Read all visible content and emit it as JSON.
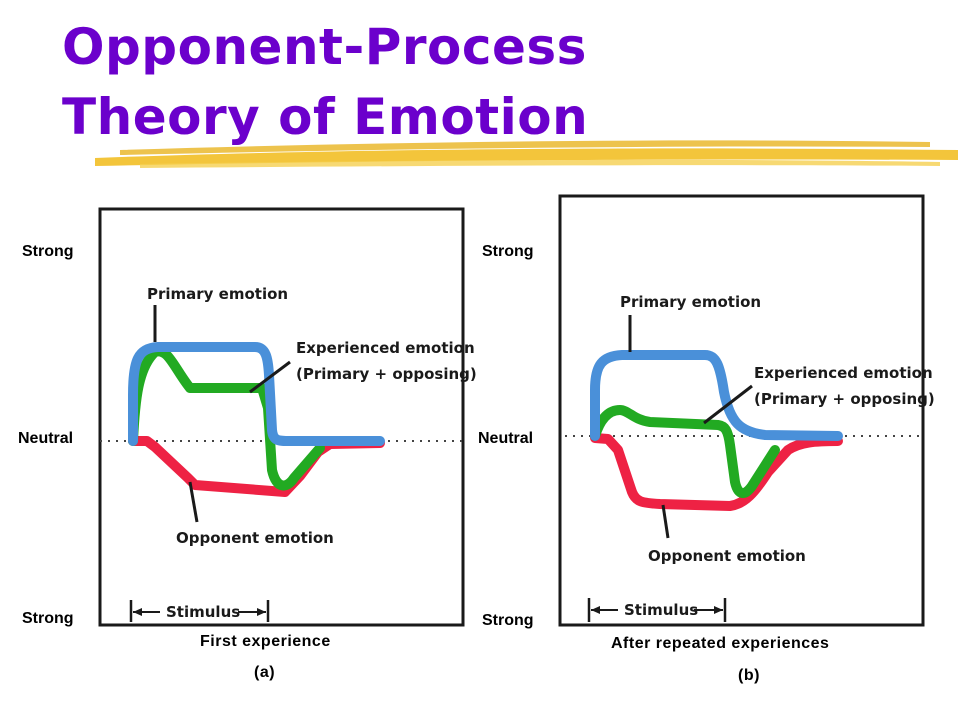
{
  "title": {
    "line1": "Opponent-Process",
    "line2": "Theory of Emotion"
  },
  "colors": {
    "title": "#6b00cc",
    "underline": "#f2c230",
    "primary_emotion": "#4a90d9",
    "experienced_emotion": "#22aa22",
    "opponent_emotion": "#ee2244"
  },
  "panels": [
    {
      "axis_labels": {
        "top": "Strong",
        "middle": "Neutral",
        "bottom": "Strong"
      },
      "annotations": {
        "primary": "Primary emotion",
        "experienced_line1": "Experienced emotion",
        "experienced_line2": "(Primary + opposing)",
        "opponent": "Opponent emotion",
        "stimulus": "Stimulus"
      },
      "caption": "First experience",
      "sublabel": "(a)"
    },
    {
      "axis_labels": {
        "top": "Strong",
        "middle": "Neutral",
        "bottom": "Strong"
      },
      "annotations": {
        "primary": "Primary emotion",
        "experienced_line1": "Experienced emotion",
        "experienced_line2": "(Primary + opposing)",
        "opponent": "Opponent emotion",
        "stimulus": "Stimulus"
      },
      "caption": "After repeated experiences",
      "sublabel": "(b)"
    }
  ]
}
